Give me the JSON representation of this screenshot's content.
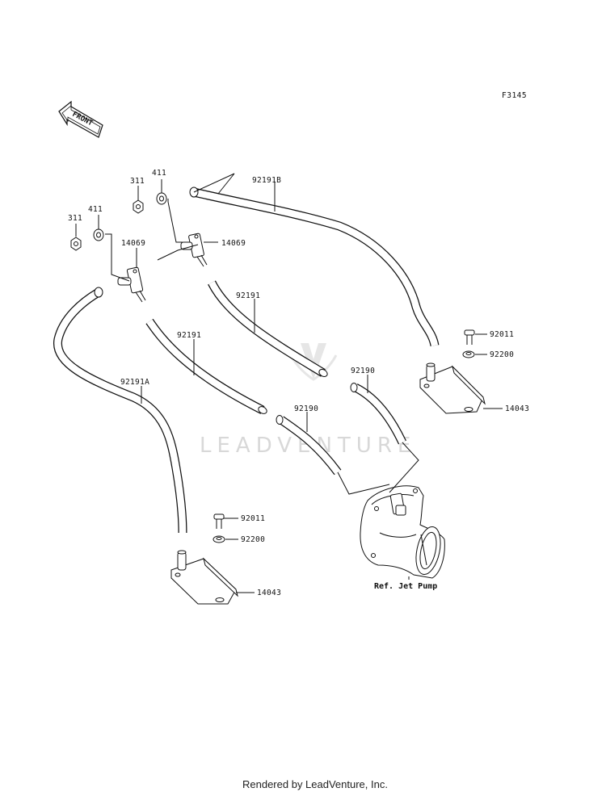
{
  "figure_code": "F3145",
  "front_label": "FRONT",
  "watermark": "LEADVENTURE",
  "footer": "Rendered by LeadVenture, Inc.",
  "parts": {
    "nut_left": "311",
    "washer_left": "411",
    "nut_top": "311",
    "washer_top": "411",
    "fitting_left": "14069",
    "fitting_right": "14069",
    "hose_b": "92191B",
    "hose_mid_right": "92191",
    "hose_mid_left": "92191",
    "hose_a": "92191A",
    "hose_short_right": "92190",
    "hose_short_left": "92190",
    "bolt_right": "92011",
    "collar_right": "92200",
    "cooler_right": "14043",
    "bolt_left": "92011",
    "collar_left": "92200",
    "cooler_left": "14043",
    "ref_jet_pump": "Ref. Jet Pump"
  }
}
